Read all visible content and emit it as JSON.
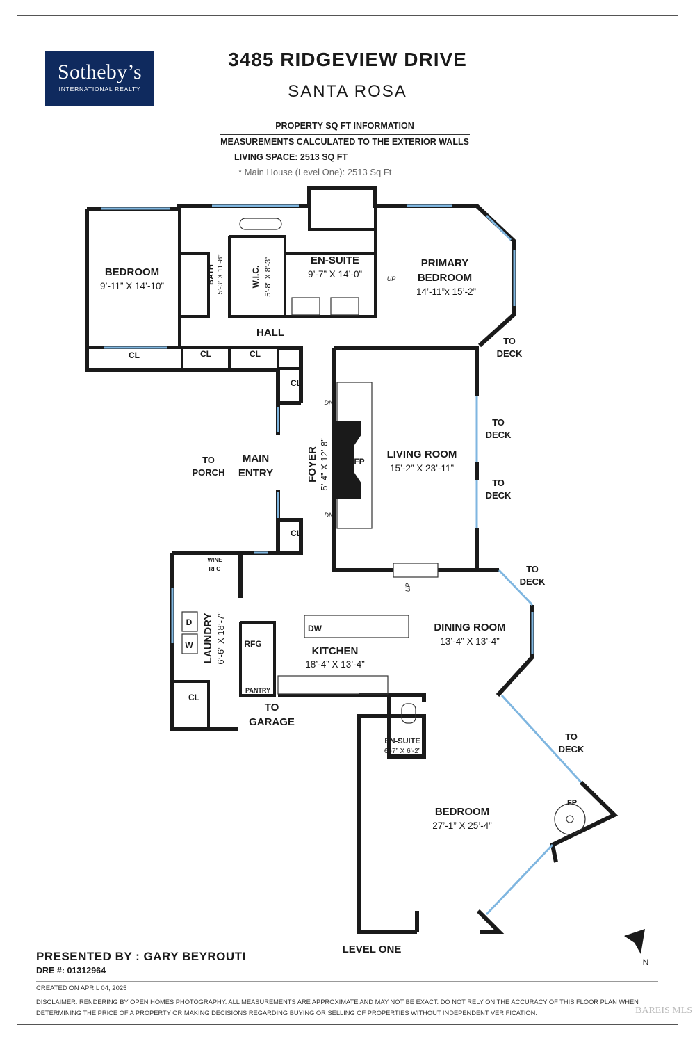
{
  "header": {
    "logo_brand": "Sotheby’s",
    "logo_sub": "INTERNATIONAL REALTY",
    "address": "3485 RIDGEVIEW DRIVE",
    "city": "SANTA ROSA",
    "info_title": "PROPERTY SQ FT INFORMATION",
    "info_method": "MEASUREMENTS CALCULATED TO THE EXTERIOR WALLS",
    "living_space": "LIVING SPACE: 2513 SQ FT",
    "main_house": "*   Main House (Level One):   2513 Sq Ft"
  },
  "rooms": {
    "bedroom1": {
      "name": "BEDROOM",
      "dims": "9’-11” X 14’-10”"
    },
    "bath": {
      "name": "BATH",
      "dims": "5’-3” X 11’-8”"
    },
    "wic": {
      "name": "W.I.C.",
      "dims": "5’-8” X 8’-3”"
    },
    "ensuite1": {
      "name": "EN-SUITE",
      "dims": "9’-7” X 14’-0”"
    },
    "primary": {
      "name1": "PRIMARY",
      "name2": "BEDROOM",
      "dims": "14’-11”x 15’-2”"
    },
    "hall": {
      "name": "HALL"
    },
    "foyer": {
      "name": "FOYER",
      "dims": "5’-4” X 12’-8”"
    },
    "living": {
      "name": "LIVING ROOM",
      "dims": "15’-2” X 23’-11”"
    },
    "main_entry": {
      "name1": "MAIN",
      "name2": "ENTRY"
    },
    "laundry": {
      "name": "LAUNDRY",
      "dims": "6’-6” X 18’-7”"
    },
    "kitchen": {
      "name": "KITCHEN",
      "dims": "18’-4” X 13’-4”"
    },
    "dining": {
      "name": "DINING ROOM",
      "dims": "13’-4” X 13’-4”"
    },
    "ensuite2": {
      "name": "EN-SUITE",
      "dims": "6’-7” X 6’-2”"
    },
    "bedroom2": {
      "name": "BEDROOM",
      "dims": "27’-1” X 25’-4”"
    }
  },
  "fixtures": {
    "closet": "CL",
    "up": "UP",
    "down": "DN",
    "fireplace": "FP",
    "wine": "WINE",
    "rfg": "RFG",
    "dryer": "D",
    "washer": "W",
    "dishwasher": "DW",
    "pantry": "PANTRY"
  },
  "exits": {
    "to": "TO",
    "deck": "DECK",
    "porch": "PORCH",
    "garage": "GARAGE"
  },
  "compass": {
    "label": "N"
  },
  "footer": {
    "presented": "PRESENTED BY : GARY BEYROUTI",
    "dre": "DRE #: 01312964",
    "level": "LEVEL ONE",
    "created": "CREATED ON APRIL 04, 2025",
    "disclaimer": "DISCLAIMER: RENDERING BY OPEN HOMES PHOTOGRAPHY. ALL MEASUREMENTS ARE APPROXIMATE AND MAY NOT BE EXACT. DO NOT RELY ON THE ACCURACY OF THIS FLOOR PLAN WHEN DETERMINING THE PRICE OF A PROPERTY OR MAKING DECISIONS REGARDING BUYING OR SELLING OF PROPERTIES WITHOUT INDEPENDENT VERIFICATION.",
    "watermark": "BAREIS MLS"
  }
}
